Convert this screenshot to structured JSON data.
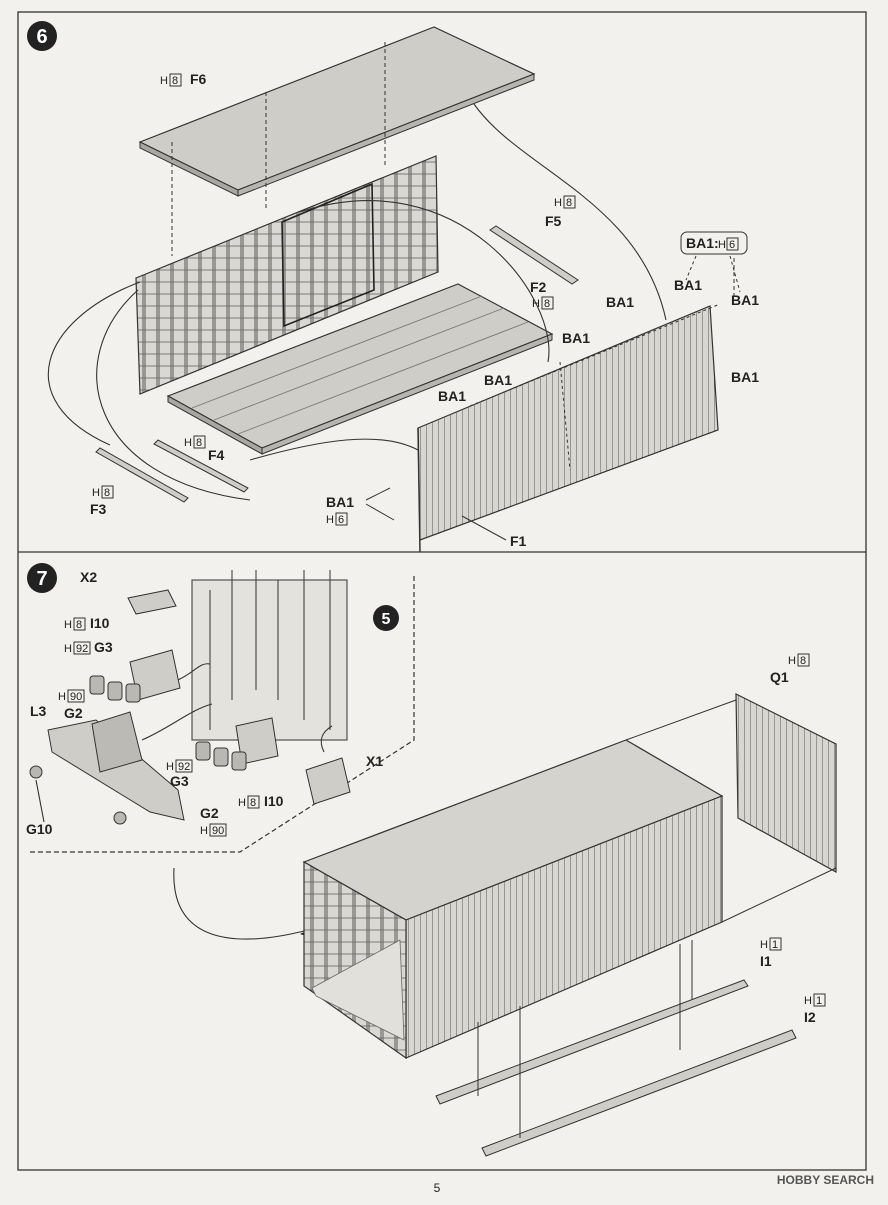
{
  "page_number": "5",
  "watermark": {
    "text": "HOBBY SEARCH"
  },
  "step6": {
    "number": "6",
    "labels": {
      "F6": "F6",
      "F5": "F5",
      "F2": "F2",
      "F4": "F4",
      "F3": "F3",
      "F1": "F1",
      "BA1": "BA1",
      "BA1_legend": "BA1:",
      "H8": "H",
      "H6": "H",
      "n8": "8",
      "n6": "6"
    }
  },
  "step7": {
    "number": "7",
    "ref_step": "5",
    "labels": {
      "X2": "X2",
      "X1": "X1",
      "I10": "I10",
      "G3": "G3",
      "G2": "G2",
      "L3": "L3",
      "G10": "G10",
      "Q1": "Q1",
      "I1": "I1",
      "I2": "I2",
      "H": "H",
      "n8": "8",
      "n92": "92",
      "n90": "90",
      "n1": "1"
    }
  },
  "colors": {
    "line": "#333333",
    "paper": "#f2f1ee",
    "part": "#c8c6c0",
    "part_light": "#dcdad5",
    "badge": "#222222"
  }
}
